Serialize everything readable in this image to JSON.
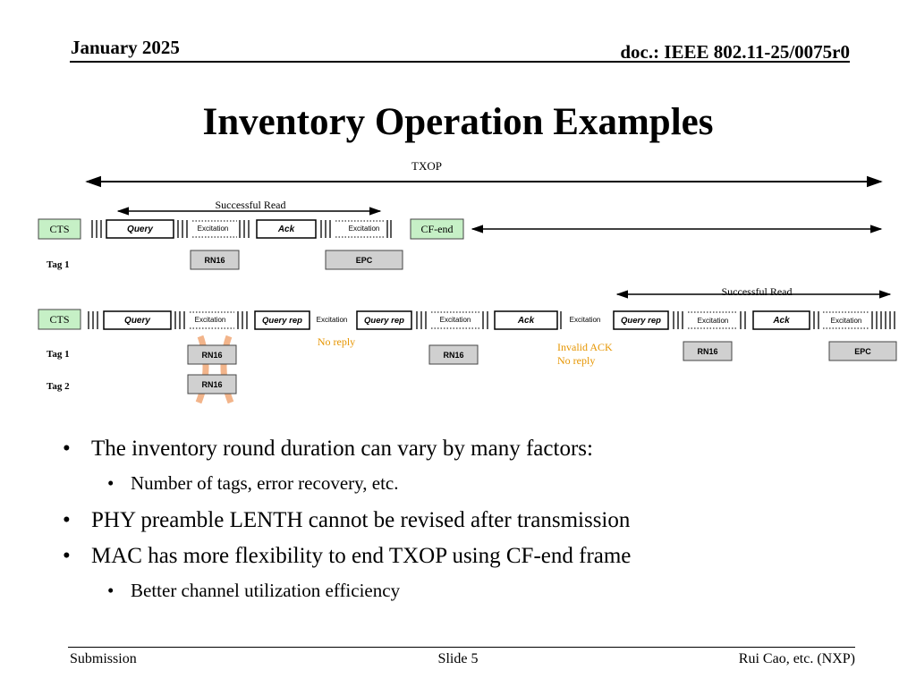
{
  "header": {
    "date": "January 2025",
    "doc_id": "doc.: IEEE 802.11-25/0075r0"
  },
  "title": "Inventory Operation Examples",
  "diagram": {
    "txop_label": "TXOP",
    "successful_read_label": "Successful Read",
    "cts_label": "CTS",
    "cf_end_label": "CF-end",
    "tag1_label": "Tag 1",
    "tag2_label": "Tag 2",
    "query_label": "Query",
    "query_rep_label": "Query rep",
    "ack_label": "Ack",
    "excitation_label": "Excitation",
    "rn16_label": "RN16",
    "epc_label": "EPC",
    "no_reply_label": "No reply",
    "invalid_ack_label": "Invalid ACK",
    "annotation_color": "#E69500",
    "cts_fill": "#C6F0C6",
    "tag_fill": "#D0D0D0"
  },
  "bullets": [
    {
      "level": 1,
      "text": "The inventory round duration can vary by many factors:"
    },
    {
      "level": 2,
      "text": "Number of tags, error recovery, etc."
    },
    {
      "level": 1,
      "text": "PHY preamble LENTH cannot be revised after transmission"
    },
    {
      "level": 1,
      "text": "MAC has more flexibility to end TXOP using CF-end frame"
    },
    {
      "level": 2,
      "text": "Better channel utilization efficiency"
    }
  ],
  "footer": {
    "left": "Submission",
    "center": "Slide 5",
    "right": "Rui Cao, etc. (NXP)"
  }
}
